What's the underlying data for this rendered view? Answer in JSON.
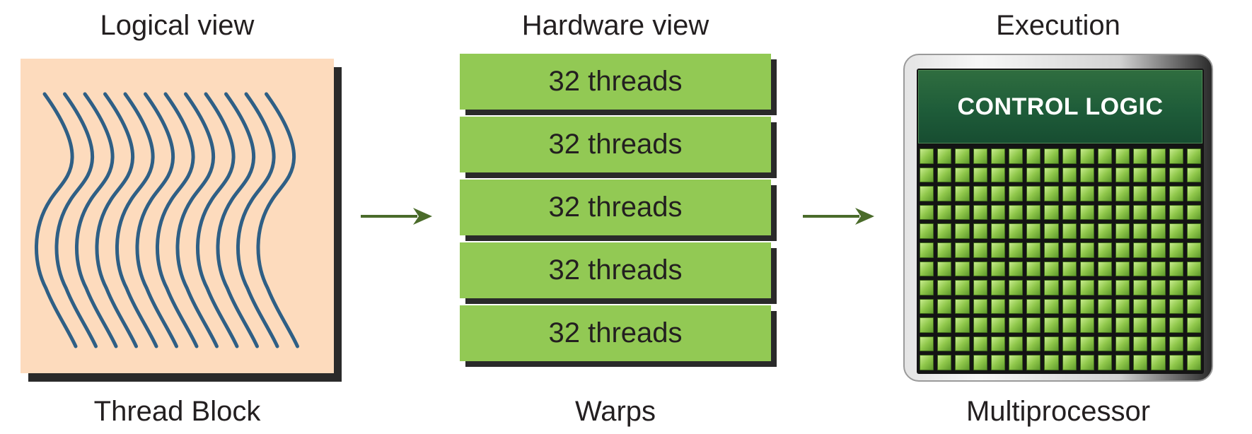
{
  "logical": {
    "title": "Logical view",
    "label": "Thread Block"
  },
  "hardware": {
    "title": "Hardware view",
    "label": "Warps",
    "warps": [
      "32 threads",
      "32 threads",
      "32 threads",
      "32 threads",
      "32 threads"
    ]
  },
  "execution": {
    "title": "Execution",
    "label": "Multiprocessor",
    "control_label": "CONTROL LOGIC"
  },
  "colors": {
    "block_fill": "#fddbbd",
    "thread_line": "#2f5f85",
    "warp_fill": "#92c954",
    "arrow": "#4a6b2a",
    "control_fill": "#1e5c39",
    "core_fill": "#8fc74a"
  },
  "thread_count": 12,
  "core_grid": {
    "columns": 16,
    "rows": 12
  }
}
